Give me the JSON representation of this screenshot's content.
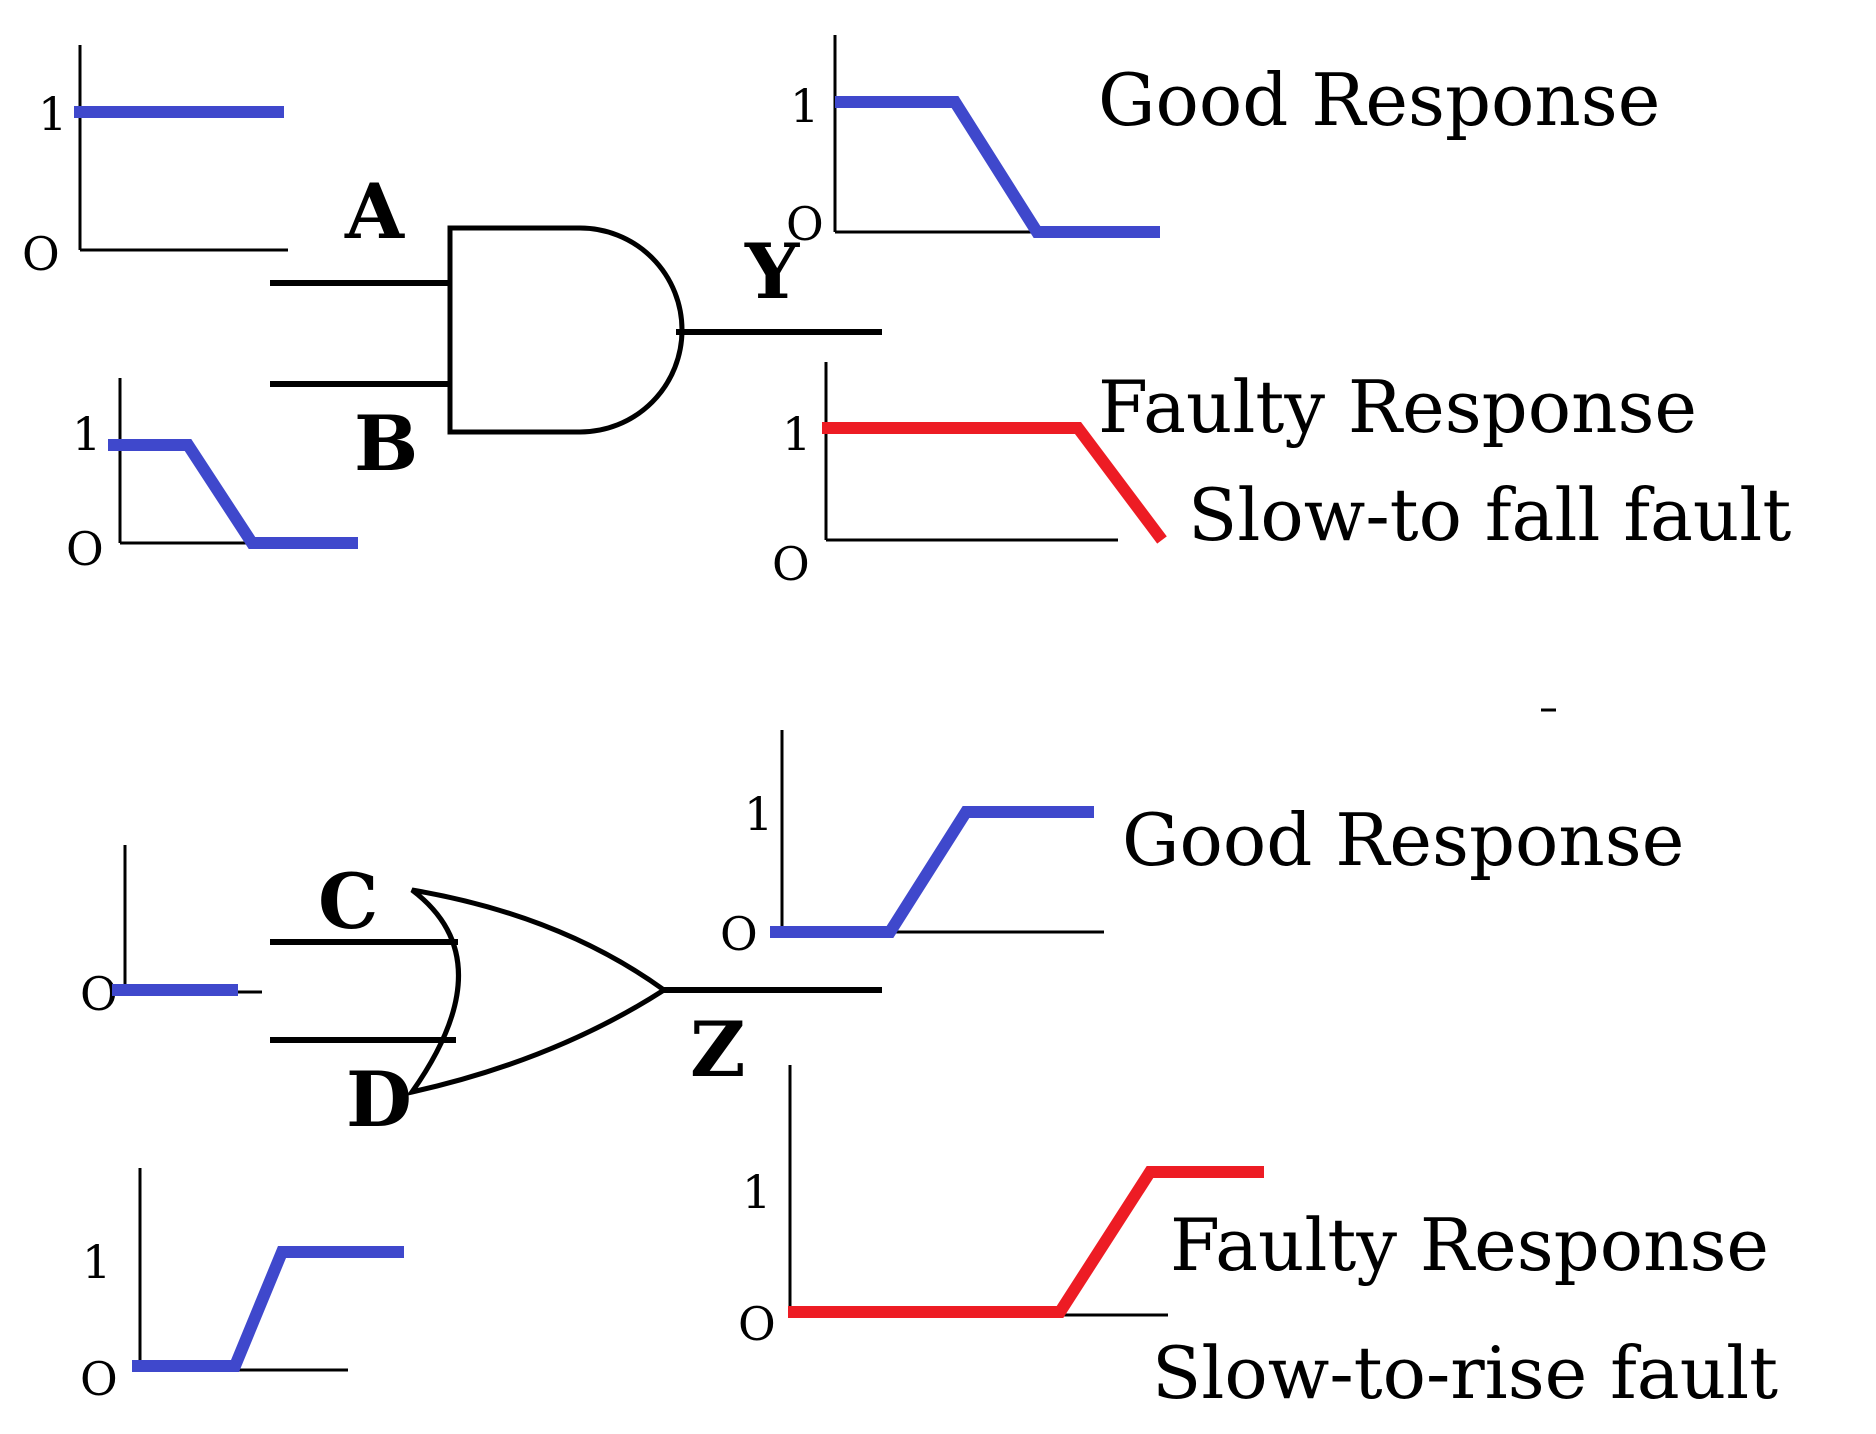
{
  "colors": {
    "good": "#3f48cc",
    "faulty": "#ed1c24",
    "ink": "#000000"
  },
  "axis_ticks": {
    "high": "1",
    "low": "O"
  },
  "and_gate": {
    "inputs": [
      "A",
      "B"
    ],
    "output": "Y",
    "good_label": "Good Response",
    "faulty_label": "Faulty Response",
    "fault_label": "Slow-to fall fault"
  },
  "or_gate": {
    "inputs": [
      "C",
      "D"
    ],
    "output": "Z",
    "good_label": "Good Response",
    "faulty_label": "Faulty Response",
    "fault_label": "Slow-to-rise fault"
  },
  "waveforms": [
    {
      "name": "A",
      "color": "good",
      "levels": [
        "1"
      ]
    },
    {
      "name": "B",
      "color": "good",
      "levels": [
        "1",
        "0"
      ]
    },
    {
      "name": "Y-good",
      "color": "good",
      "levels": [
        "1",
        "0"
      ]
    },
    {
      "name": "Y-faulty",
      "color": "faulty",
      "levels": [
        "1",
        "0"
      ]
    },
    {
      "name": "C",
      "color": "good",
      "levels": [
        "0"
      ]
    },
    {
      "name": "D",
      "color": "good",
      "levels": [
        "0",
        "1"
      ]
    },
    {
      "name": "Z-good",
      "color": "good",
      "levels": [
        "0",
        "1"
      ]
    },
    {
      "name": "Z-faulty",
      "color": "faulty",
      "levels": [
        "0",
        "1"
      ]
    }
  ]
}
